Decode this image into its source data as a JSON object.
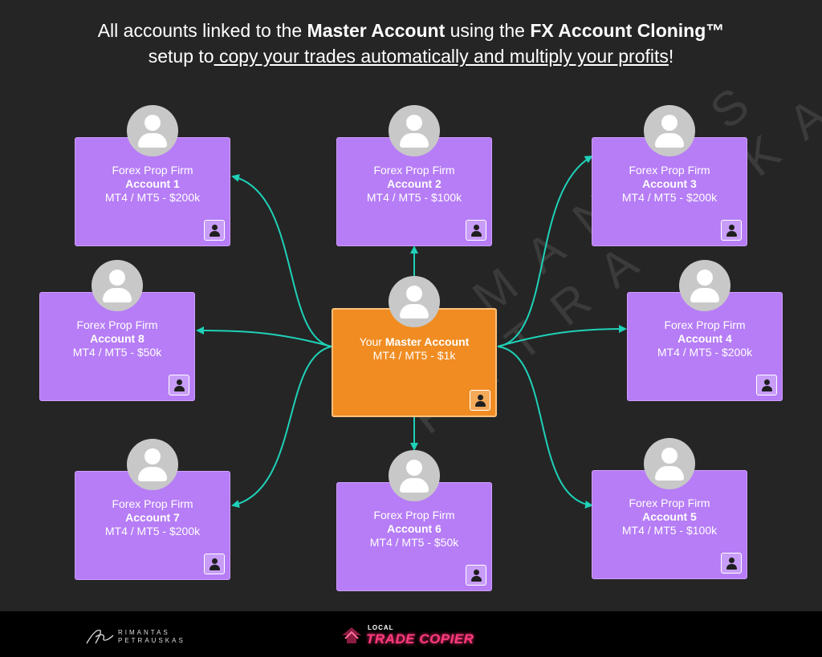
{
  "header": {
    "part1": "All accounts linked to the ",
    "bold1": "Master Account",
    "part2": " using the ",
    "bold2": "FX Account Cloning™",
    "part3": "setup to",
    "underlined": " copy your trades automatically and multiply your profits",
    "end": "!"
  },
  "watermark": {
    "line1": "RIMANTAS",
    "line2": "PETRAUSKAS"
  },
  "master": {
    "prefix": "Your ",
    "name": "Master Account",
    "platform": "MT4 / MT5 - $1k",
    "color": "#f08c22"
  },
  "accounts": [
    {
      "firm": "Forex Prop Firm",
      "name": "Account 1",
      "platform": "MT4 / MT5 - $200k"
    },
    {
      "firm": "Forex Prop Firm",
      "name": "Account 2",
      "platform": "MT4 / MT5 - $100k"
    },
    {
      "firm": "Forex Prop Firm",
      "name": "Account 3",
      "platform": "MT4 / MT5 - $200k"
    },
    {
      "firm": "Forex Prop Firm",
      "name": "Account 4",
      "platform": "MT4 / MT5 - $200k"
    },
    {
      "firm": "Forex Prop Firm",
      "name": "Account 5",
      "platform": "MT4 / MT5 - $100k"
    },
    {
      "firm": "Forex Prop Firm",
      "name": "Account 6",
      "platform": "MT4 / MT5 - $50k"
    },
    {
      "firm": "Forex Prop Firm",
      "name": "Account 7",
      "platform": "MT4 / MT5 - $200k"
    },
    {
      "firm": "Forex Prop Firm",
      "name": "Account 8",
      "platform": "MT4 / MT5 - $50k"
    }
  ],
  "icons": {
    "avatar": "user-avatar-icon",
    "mini": "user-badge-icon"
  },
  "colors": {
    "account_box": "#b67df6",
    "connector": "#1fd1b8",
    "background": "#252525"
  },
  "footer": {
    "brand_line1": "RIMANTAS",
    "brand_line2": "PETRAUSKAS",
    "ltc_small": "LOCAL",
    "ltc_big": "TRADE COPIER"
  }
}
